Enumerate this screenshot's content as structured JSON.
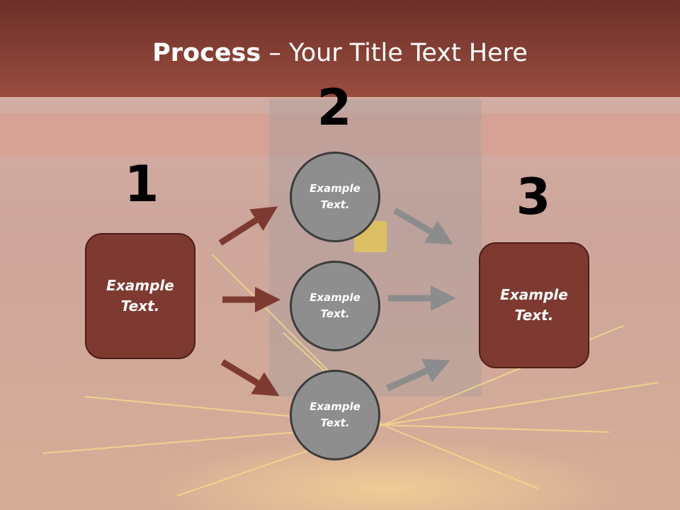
{
  "title": {
    "bold": "Process",
    "rest": " – Your Title Text Here"
  },
  "steps": [
    {
      "number": "1",
      "label": "Example\nText."
    },
    {
      "number": "2",
      "label": ""
    },
    {
      "number": "3",
      "label": "Example\nText."
    }
  ],
  "circles": [
    {
      "label": "Example\nText."
    },
    {
      "label": "Example\nText."
    },
    {
      "label": "Example\nText."
    }
  ],
  "colors": {
    "title_bar": "#8a4136",
    "box_fill": "#7e3a31",
    "circle_fill": "#8e8e8e",
    "left_arrows": "#7e3a31",
    "right_arrows": "#8c8c8c"
  }
}
